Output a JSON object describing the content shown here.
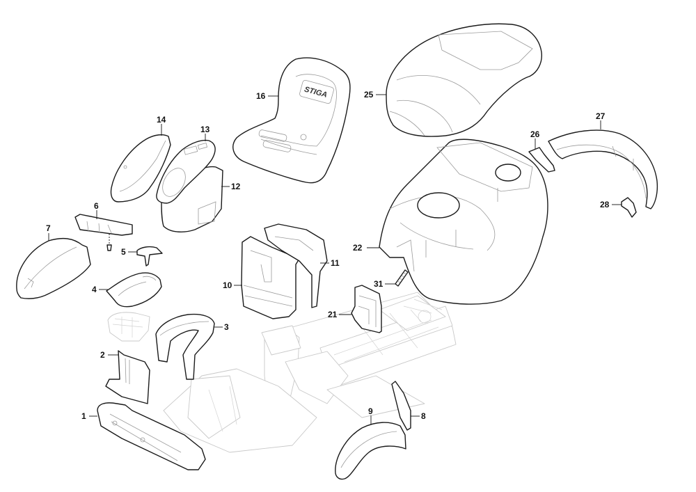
{
  "diagram": {
    "type": "exploded-parts-diagram",
    "brand_on_seat": "STIGA",
    "callouts": [
      {
        "id": "1",
        "label": "1"
      },
      {
        "id": "2",
        "label": "2"
      },
      {
        "id": "3",
        "label": "3"
      },
      {
        "id": "4",
        "label": "4"
      },
      {
        "id": "5",
        "label": "5"
      },
      {
        "id": "6",
        "label": "6"
      },
      {
        "id": "7",
        "label": "7"
      },
      {
        "id": "8",
        "label": "8"
      },
      {
        "id": "9",
        "label": "9"
      },
      {
        "id": "10",
        "label": "10"
      },
      {
        "id": "11",
        "label": "11"
      },
      {
        "id": "12",
        "label": "12"
      },
      {
        "id": "13",
        "label": "13"
      },
      {
        "id": "14",
        "label": "14"
      },
      {
        "id": "16",
        "label": "16"
      },
      {
        "id": "21",
        "label": "21"
      },
      {
        "id": "22",
        "label": "22"
      },
      {
        "id": "25",
        "label": "25"
      },
      {
        "id": "26",
        "label": "26"
      },
      {
        "id": "27",
        "label": "27"
      },
      {
        "id": "28",
        "label": "28"
      },
      {
        "id": "31",
        "label": "31"
      }
    ]
  }
}
